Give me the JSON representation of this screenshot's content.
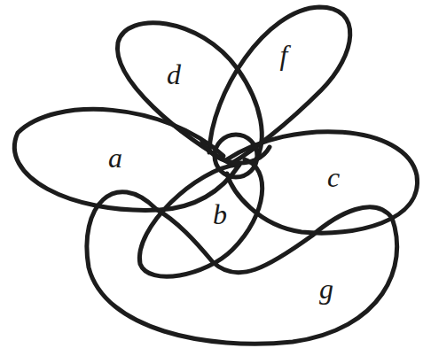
{
  "diagram": {
    "labels": [
      "d",
      "f",
      "a",
      "c",
      "b",
      "g"
    ]
  }
}
